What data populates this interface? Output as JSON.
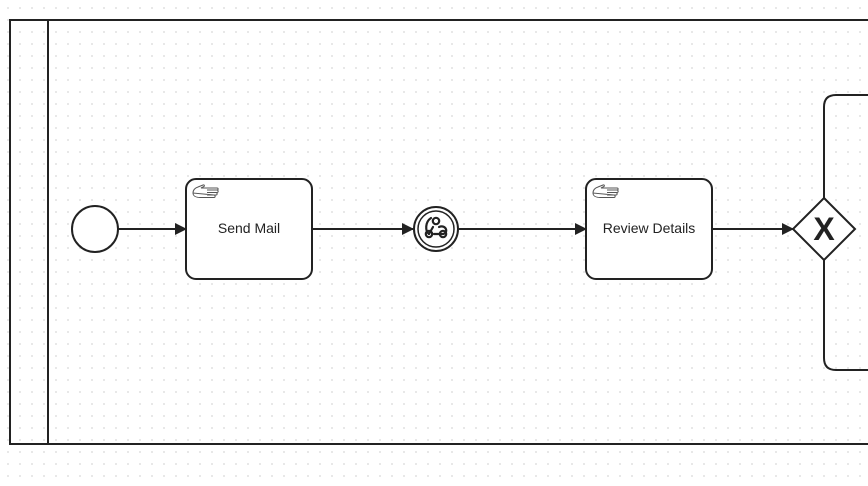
{
  "diagram": {
    "tasks": [
      {
        "label": "Send Mail",
        "icon": "manual-task-hand-icon"
      },
      {
        "label": "Review Details",
        "icon": "manual-task-hand-icon"
      }
    ],
    "gateway": {
      "marker": "X",
      "type": "exclusive"
    },
    "intermediate_event": {
      "icon": "webhook-icon"
    },
    "colors": {
      "stroke": "#222222",
      "fill": "#ffffff",
      "hand_icon": "#555555"
    }
  }
}
